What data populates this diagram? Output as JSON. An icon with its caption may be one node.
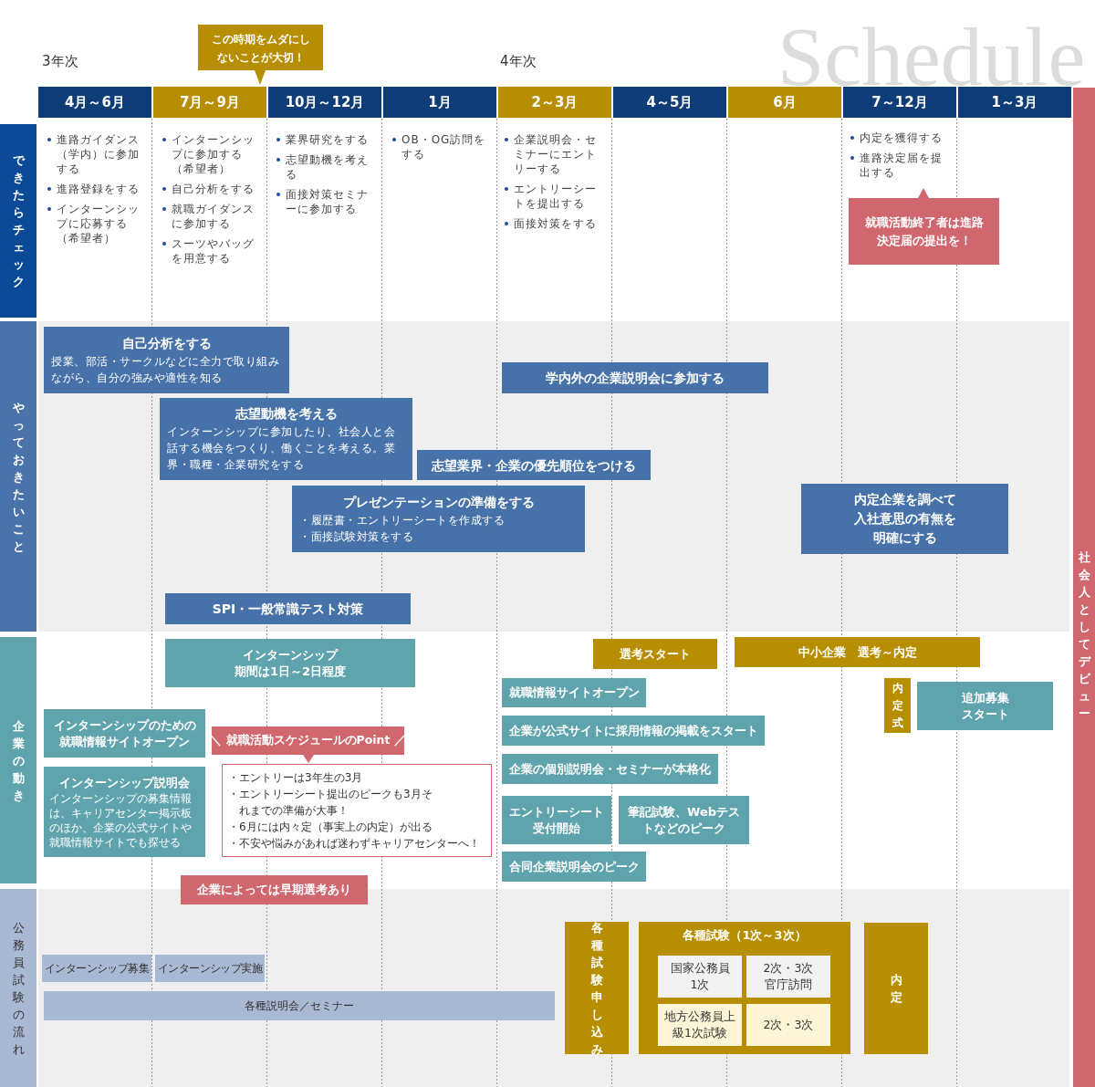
{
  "diagram": {
    "title": "Schedule",
    "nodes": [
      {
        "text": [
          "4月～6月"
        ]
      },
      {
        "text": [
          "7月～9月"
        ]
      },
      {
        "text": [
          "10月～12月"
        ]
      },
      {
        "text": [
          "1月"
        ]
      },
      {
        "text": [
          "2～3月"
        ]
      },
      {
        "text": [
          "4～5月"
        ]
      },
      {
        "text": [
          "6月"
        ]
      },
      {
        "text": [
          "7～12月"
        ]
      },
      {
        "text": [
          "1～3月"
        ]
      },
      {
        "text": [
          "この時期をムダにしないことが大切！"
        ]
      },
      {
        "text": [
          "できたらチェック"
        ]
      },
      {
        "text": [
          "やっておきたいこと"
        ]
      },
      {
        "text": [
          "企業の動き"
        ]
      },
      {
        "text": [
          "公務員試験の流れ"
        ]
      },
      {
        "text": [
          "社会人としてデビュー"
        ]
      },
      {
        "text": [
          "就職活動終了者は進路決定届の提出を！"
        ]
      },
      {
        "text": [
          "自己分析をする",
          "授業、部活・サークルなどに全力で取り組みながら、自分の強みや適性を知る"
        ]
      },
      {
        "text": [
          "学内外の企業説明会に参加する"
        ]
      },
      {
        "text": [
          "志望動機を考える",
          "インターンシップに参加したり、社会人と会話する機会をつくり、働くことを考える。業界・職種・企業研究をする"
        ]
      },
      {
        "text": [
          "志望業界・企業の優先順位をつける"
        ]
      },
      {
        "text": [
          "プレゼンテーションの準備をする",
          "・履歴書・エントリーシートを作成する",
          "・面接試験対策をする"
        ]
      },
      {
        "text": [
          "内定企業を調べて入社意思の有無を明確にする"
        ]
      },
      {
        "text": [
          "SPI・一般常識テスト対策"
        ]
      },
      {
        "text": [
          "インターンシップ",
          "期間は1日～2日程度"
        ]
      },
      {
        "text": [
          "選考スタート"
        ]
      },
      {
        "text": [
          "中小企業　選考～内定"
        ]
      },
      {
        "text": [
          "就職情報サイトオープン"
        ]
      },
      {
        "text": [
          "内定式"
        ]
      },
      {
        "text": [
          "追加募集スタート"
        ]
      },
      {
        "text": [
          "インターンシップのための就職情報サイトオープン"
        ]
      },
      {
        "text": [
          "企業が公式サイトに採用情報の掲載をスタート"
        ]
      },
      {
        "text": [
          "＼ 就職活動スケジュールのPoint ／"
        ]
      },
      {
        "text": [
          "・エントリーは3年生の3月",
          "・エントリーシート提出のピークも3月それまでの準備が大事！",
          "・6月には内々定（事実上の内定）が出る",
          "・不安や悩みがあれば迷わずキャリアセンターへ！"
        ]
      },
      {
        "text": [
          "インターンシップ説明会",
          "インターンシップの募集情報は、キャリアセンター掲示板のほか、企業の公式サイトや就職情報サイトでも探せる"
        ]
      },
      {
        "text": [
          "企業の個別説明会・セミナーが本格化"
        ]
      },
      {
        "text": [
          "エントリーシート受付開始"
        ]
      },
      {
        "text": [
          "筆記試験、Webテストなどのピーク"
        ]
      },
      {
        "text": [
          "合同企業説明会のピーク"
        ]
      },
      {
        "text": [
          "企業によっては早期選考あり"
        ]
      },
      {
        "text": [
          "インターンシップ募集"
        ]
      },
      {
        "text": [
          "インターンシップ実施"
        ]
      },
      {
        "text": [
          "各種説明会／セミナー"
        ]
      },
      {
        "text": [
          "各種試験申し込み"
        ]
      },
      {
        "text": [
          "各種試験（1次～3次）"
        ]
      },
      {
        "text": [
          "国家公務員1次"
        ],
        "in": 43
      },
      {
        "text": [
          "2次・3次官庁訪問"
        ],
        "in": 43
      },
      {
        "text": [
          "地方公務員上級1次試験"
        ],
        "in": 43
      },
      {
        "text": [
          "2次・3次"
        ],
        "in": 43
      },
      {
        "text": [
          "内定"
        ]
      }
    ],
    "labels": [
      "3年次",
      "4年次",
      "進路ガイダンス（学内）に参加する",
      "進路登録をする",
      "インターンシップに応募する（希望者）",
      "インターンシップに参加する（希望者）",
      "自己分析をする",
      "就職ガイダンスに参加する",
      "スーツやバッグを用意する",
      "業界研究をする",
      "志望動機を考える",
      "面接対策セミナーに参加する",
      "OB・OG訪問をする",
      "企業説明会・セミナーにエントリーする",
      "エントリーシートを提出する",
      "面接対策をする",
      "内定を獲得する",
      "進路決定届を提出する"
    ]
  }
}
